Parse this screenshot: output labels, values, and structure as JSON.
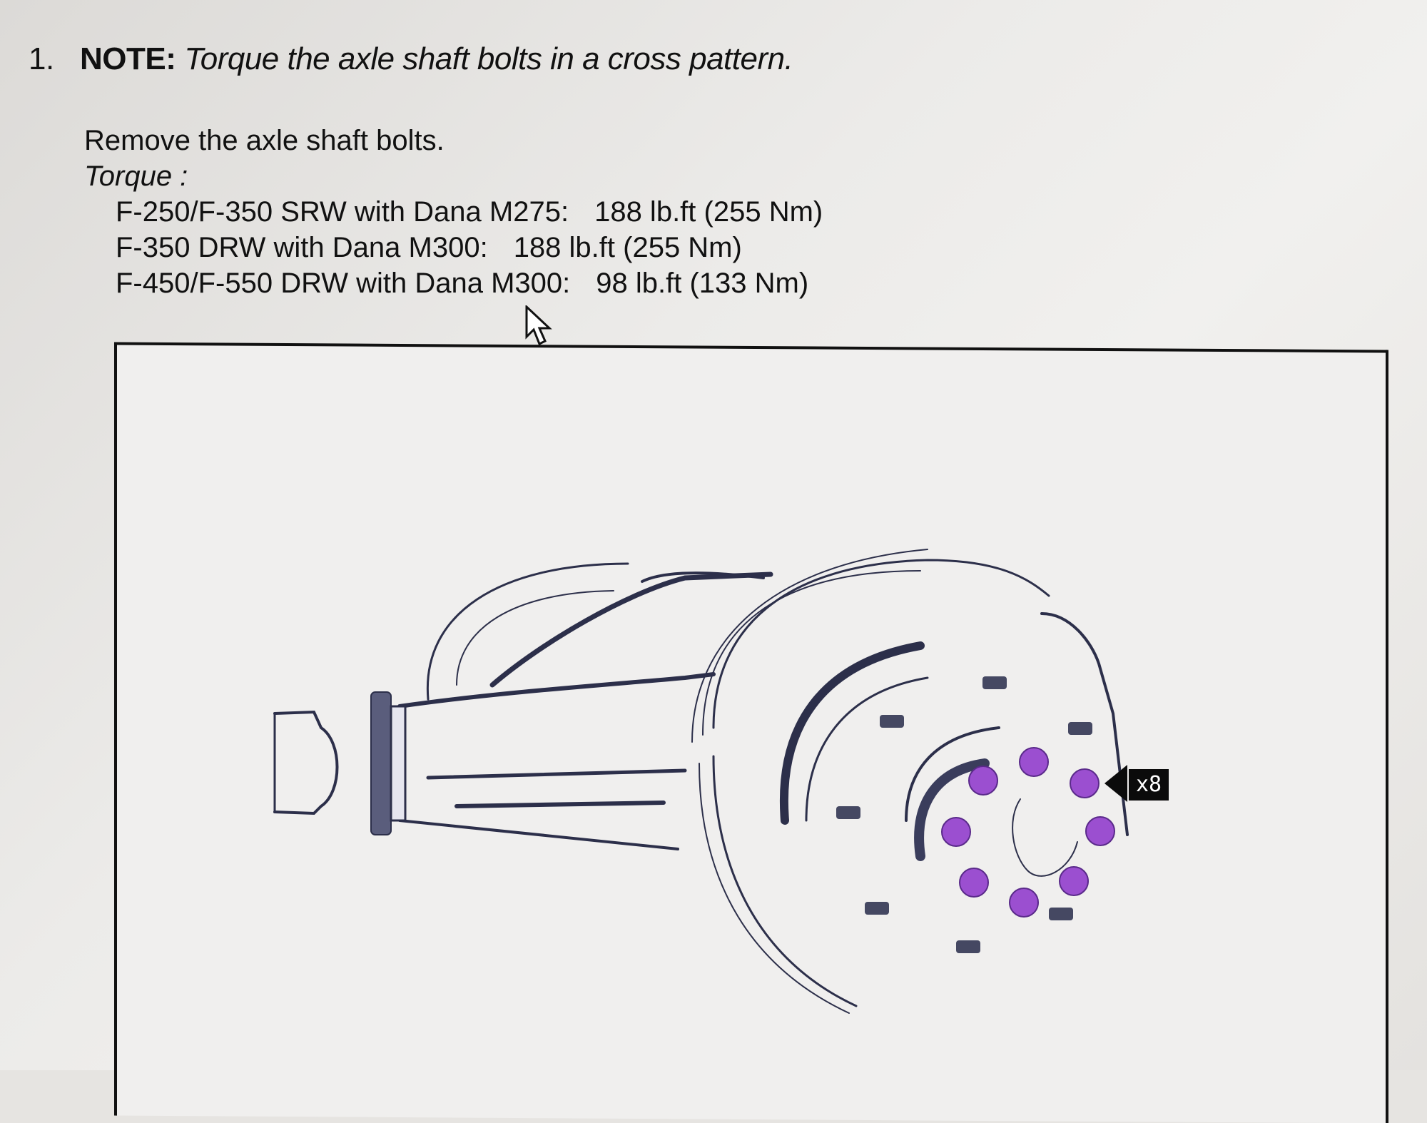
{
  "step": {
    "number": "1.",
    "note_label": "NOTE:",
    "note_text": "Torque the axle shaft bolts in a cross pattern."
  },
  "instruction": "Remove the axle shaft bolts.",
  "torque": {
    "label": "Torque :",
    "specs": [
      {
        "model": "F-250/F-350 SRW with Dana M275:",
        "value": "188 lb.ft (255 Nm)"
      },
      {
        "model": "F-350 DRW with Dana M300:",
        "value": "188 lb.ft (255 Nm)"
      },
      {
        "model": "F-450/F-550 DRW with Dana M300:",
        "value": "98 lb.ft (133 Nm)"
      }
    ]
  },
  "illustration": {
    "callout_label": "x8",
    "highlight_color": "#9b4fd0",
    "bolt_count": 8
  },
  "colors": {
    "text": "#111111",
    "frame_border": "#111111",
    "callout_bg": "#0b0b0b",
    "line_art": "#2c2f4a"
  }
}
